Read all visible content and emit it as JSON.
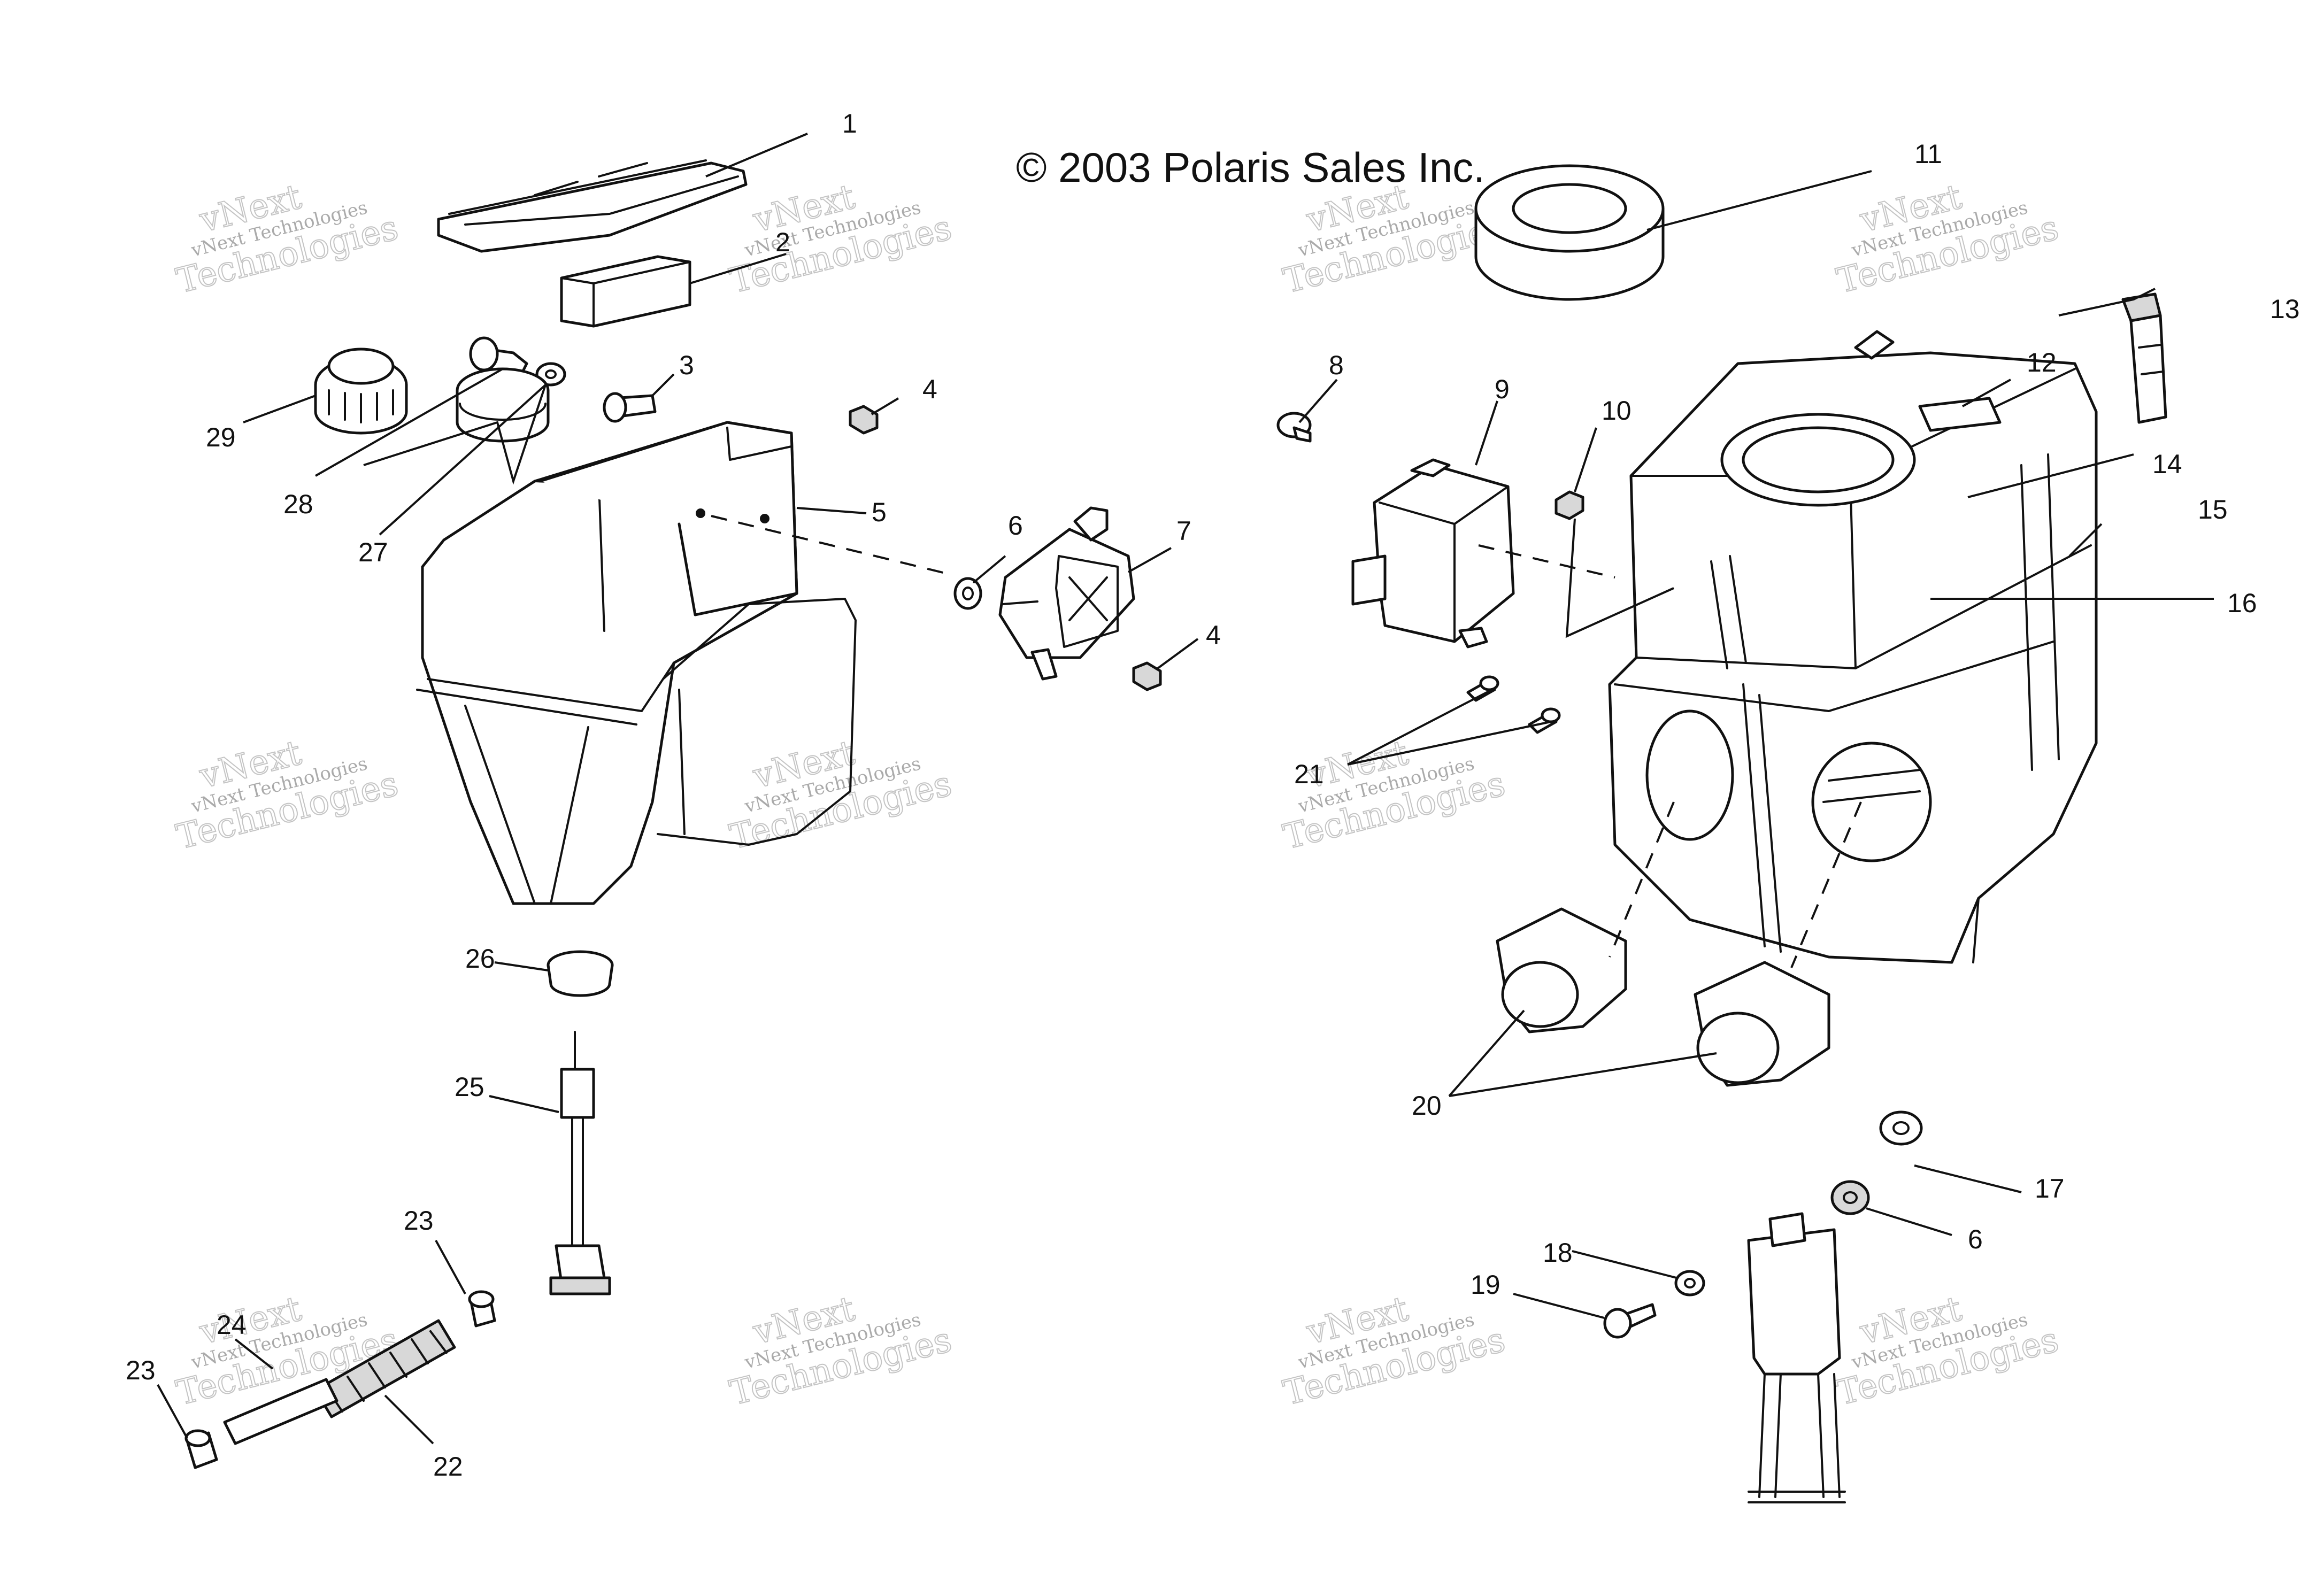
{
  "copyright": "© 2003 Polaris Sales Inc.",
  "watermark": {
    "line1": "vNext Technologies",
    "line2": "vNext",
    "line3": "Technologies"
  },
  "callouts": {
    "c1": "1",
    "c2": "2",
    "c3": "3",
    "c4a": "4",
    "c4b": "4",
    "c5": "5",
    "c6a": "6",
    "c6b": "6",
    "c7": "7",
    "c8": "8",
    "c9": "9",
    "c10": "10",
    "c11": "11",
    "c12": "12",
    "c13": "13",
    "c14": "14",
    "c15": "15",
    "c16": "16",
    "c17": "17",
    "c18": "18",
    "c19": "19",
    "c20": "20",
    "c21": "21",
    "c22": "22",
    "c23a": "23",
    "c23b": "23",
    "c24": "24",
    "c25": "25",
    "c26": "26",
    "c27": "27",
    "c28": "28",
    "c29": "29"
  }
}
